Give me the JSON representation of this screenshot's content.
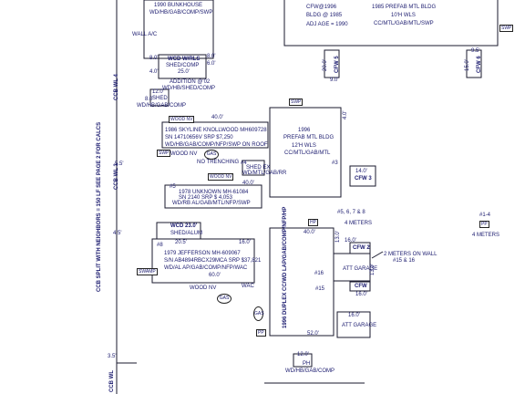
{
  "margin": {
    "ccb_wl": [
      "CCB WL 4",
      "CCB WL 3",
      "CCB WL"
    ],
    "vertical_note": "CCB SPLIT WITH NEIGHBORS = 150 LF   SEE PAGE 2 FOR CALCS",
    "dims": [
      "5.5'",
      "4.5'",
      "3.5'"
    ]
  },
  "bunkhouse": {
    "lines": [
      "1990 BUNKHOUSE",
      "WD/HB/GAB/COMP/SWP"
    ],
    "wall_ac": "WALL A/C",
    "shed": [
      "WCD W/RLS",
      "SHED/COMP",
      "25.0'"
    ],
    "addition": [
      "ADDITION  @'02",
      "WD/HB/SHED/COMP"
    ],
    "dims": [
      "8.0'",
      "4.0'",
      "6.0'",
      "8.0'"
    ]
  },
  "shed_small": {
    "label": [
      "SHED",
      "WD/HB/GAB/COMP"
    ],
    "dim": "12.0'",
    "side": "8.0'"
  },
  "top_building": {
    "left": [
      "CFW@1996",
      "BLDG @ 1985",
      "ADJ AGE = 1990"
    ],
    "right": [
      "1985 PREFAB MTL BLDG",
      "10'H WLS",
      "CC/MTL/GAB/MTL/SWP"
    ],
    "swp": "SWP",
    "cfw5": "CFW 5",
    "cfw6": "CFW 6",
    "dims": [
      "20.0'",
      "9.0'",
      "15.0'",
      "9.5'"
    ]
  },
  "skyline": {
    "dim_top": "40.0'",
    "lines": [
      "1986 SKYLINE KNOLLWOOD  MH609728",
      "SN 14710656V  SRP $7,250",
      "WD/HB/GAB/COMP/NFP/SWP ON ROOF"
    ],
    "wood_nv": "WOOD NV",
    "no_trenching": "NO TRENCHING",
    "gas": "GAS",
    "swp": "SWP",
    "num": "#4"
  },
  "shed_ex": {
    "label": [
      "SHED EX",
      "WD/MTL/GAB/RR"
    ],
    "num": "#4"
  },
  "prefab1996": {
    "lines": [
      "1996",
      "PREFAB MTL BLDG",
      "12'H WLS",
      "CC/MTL/GAB/MTL"
    ],
    "swp": "SWP",
    "num": "#3",
    "cfw3": "CFW 3",
    "dims": [
      "14.0'",
      "4.0'"
    ]
  },
  "unknown1978": {
    "num": "#5",
    "lines": [
      "1978 UNKNOWN  MH-61084",
      "SN 2140  SRP $ 4,053",
      "WD/RB AL/GAB/MTL/NFP/SWP"
    ],
    "wood_nv": "WOOD NV",
    "dim": "40.0'"
  },
  "jefferson": {
    "wcd": [
      "WCD  23.0'",
      "SHED/ALUM"
    ],
    "num": "#8",
    "dims": [
      "20.5'",
      "16.0'",
      "60.0'"
    ],
    "lines": [
      "1979 JEFFERSON            MH-609067",
      "S/N AB4894RBCX29MCA   SRP $37,821",
      "WD/AL AP/GAB/COMP/NFP/WAC"
    ],
    "swamp": "SWAMP",
    "wood_nv": "WOOD NV",
    "wac": "WAC",
    "gas": "GAS"
  },
  "duplex": {
    "dim_top": "40.0'",
    "vertical": "1996 DUPLEX   CC/WD LAP/GAB/COMP/NFP/HP",
    "hp": "HP",
    "nums": [
      "#16",
      "#15"
    ],
    "num_list": "#5, 6, 7 & 8",
    "four_meters": "4 METERS",
    "cfw2": "CFW 2",
    "cfw": "CFW",
    "att1": "ATT GARAGE",
    "att2": "ATT GARAGE",
    "two_meters": [
      "2 METERS ON WALL",
      "#15 & 16"
    ],
    "dims": [
      "13.0'",
      "16.0'",
      "16.0'",
      "52.0'",
      "16.0'",
      "13.0'"
    ],
    "gas": "GAS",
    "pp": "PP"
  },
  "ph": {
    "label": "PH",
    "roof": "WD/HB/GAB/COMP",
    "dim": "12.0'"
  },
  "right_meter": {
    "num": "#1-4",
    "pp": "PP",
    "label": "4 METERS"
  }
}
